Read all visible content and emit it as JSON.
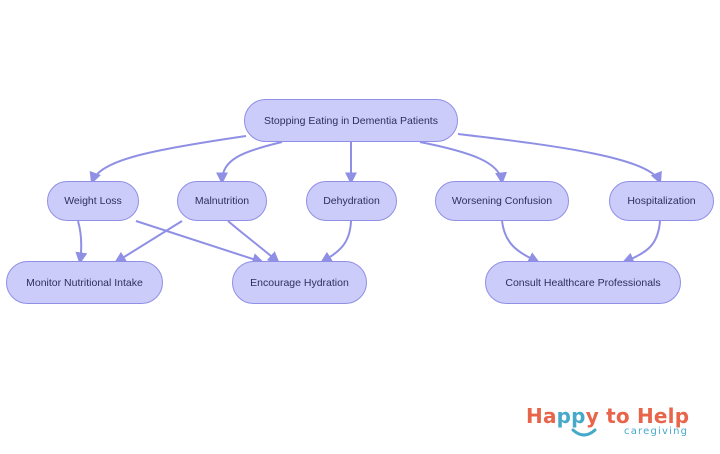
{
  "diagram": {
    "nodes": {
      "root": "Stopping Eating in Dementia Patients",
      "weight_loss": "Weight Loss",
      "malnutrition": "Malnutrition",
      "dehydration": "Dehydration",
      "worsening_confusion": "Worsening Confusion",
      "hospitalization": "Hospitalization",
      "monitor_nutritional_intake": "Monitor Nutritional Intake",
      "encourage_hydration": "Encourage Hydration",
      "consult_healthcare_professionals": "Consult Healthcare Professionals"
    },
    "edges": [
      [
        "root",
        "weight_loss"
      ],
      [
        "root",
        "malnutrition"
      ],
      [
        "root",
        "dehydration"
      ],
      [
        "root",
        "worsening_confusion"
      ],
      [
        "root",
        "hospitalization"
      ],
      [
        "weight_loss",
        "monitor_nutritional_intake"
      ],
      [
        "weight_loss",
        "encourage_hydration"
      ],
      [
        "malnutrition",
        "monitor_nutritional_intake"
      ],
      [
        "malnutrition",
        "encourage_hydration"
      ],
      [
        "dehydration",
        "encourage_hydration"
      ],
      [
        "worsening_confusion",
        "consult_healthcare_professionals"
      ],
      [
        "hospitalization",
        "consult_healthcare_professionals"
      ]
    ],
    "colors": {
      "node_fill": "#ccccfa",
      "node_border": "#8f8fe6",
      "edge": "#8f90e5",
      "text": "#2f2f5e"
    }
  },
  "logo": {
    "name": "Happy to Help",
    "tagline": "caregiving",
    "colors": {
      "primary": "#e8644b",
      "accent": "#46a9c9"
    }
  }
}
